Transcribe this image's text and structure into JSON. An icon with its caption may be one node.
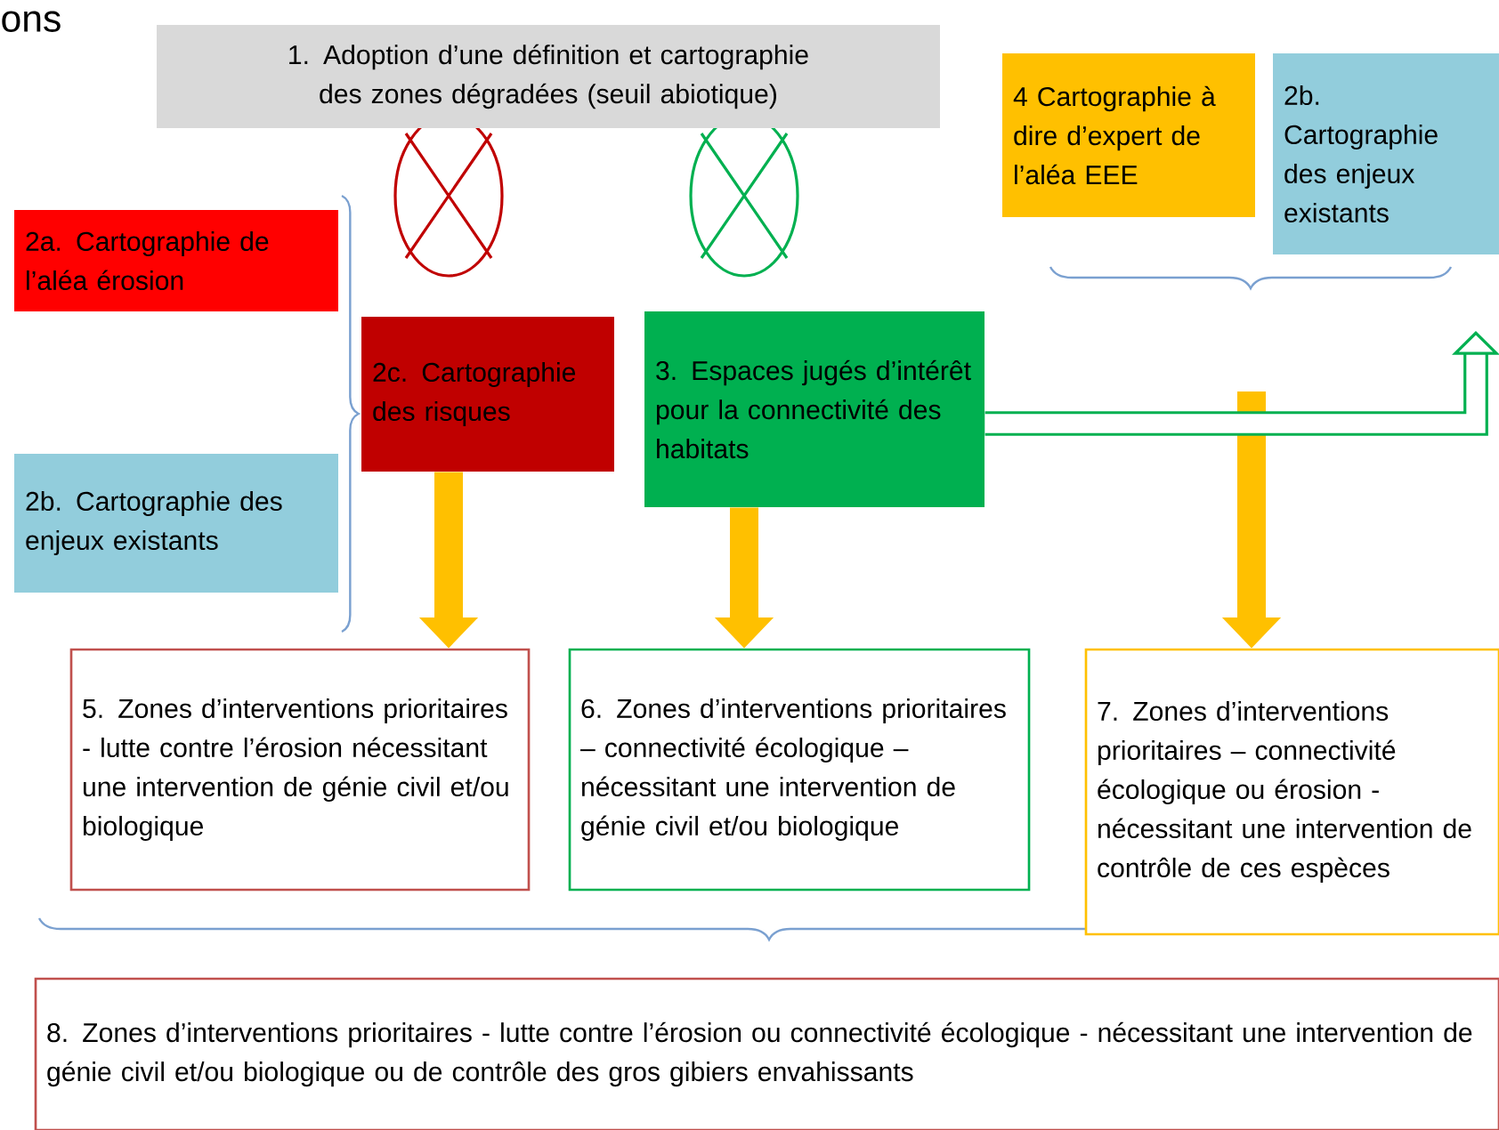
{
  "diagram": {
    "nodes": [
      {
        "text": [
          "1. Adoption d’une définition et cartographie des zones dégradées (seuil abiotique)"
        ]
      },
      {
        "text": [
          "2a. Cartographie de l’aléa érosion"
        ]
      },
      {
        "text": [
          "2c. Cartographie des risques"
        ]
      },
      {
        "text": [
          "3. Espaces jugés d’intérêt pour la connectivité des habitats"
        ]
      },
      {
        "text": [
          "4 Cartographie à dire d’expert de l’aléa EEE"
        ]
      },
      {
        "text": [
          "2b. Cartographie des enjeux existants"
        ]
      },
      {
        "text": [
          "2b. Cartographie des enjeux existants"
        ]
      },
      {
        "text": [
          "5. Zones d’interventions prioritaires - lutte contre l’érosion nécessitant une intervention de génie civil et/ou biologique"
        ]
      },
      {
        "text": [
          "6. Zones d’interventions prioritaires – connectivité écologique – nécessitant une intervention de génie civil et/ou biologique"
        ]
      },
      {
        "text": [
          "7. Zones d’interventions prioritaires – connectivité écologique ou érosion - nécessitant une intervention de contrôle de ces espèces"
        ]
      },
      {
        "text": [
          "8. Zones d’interventions prioritaires - lutte contre l’érosion ou connectivité écologique - nécessitant une intervention de génie civil et/ou biologique ou de contrôle des gros gibiers envahissants"
        ]
      }
    ],
    "edges": [
      {
        "from": 2,
        "to": 7,
        "arrow": "to"
      },
      {
        "from": 3,
        "to": 8,
        "arrow": "to"
      },
      {
        "from": null,
        "to": 9,
        "arrow": "to"
      },
      {
        "from": 3,
        "to": null,
        "arrow": "to",
        "color": "#00b050"
      }
    ],
    "labels": [
      "ons"
    ]
  }
}
